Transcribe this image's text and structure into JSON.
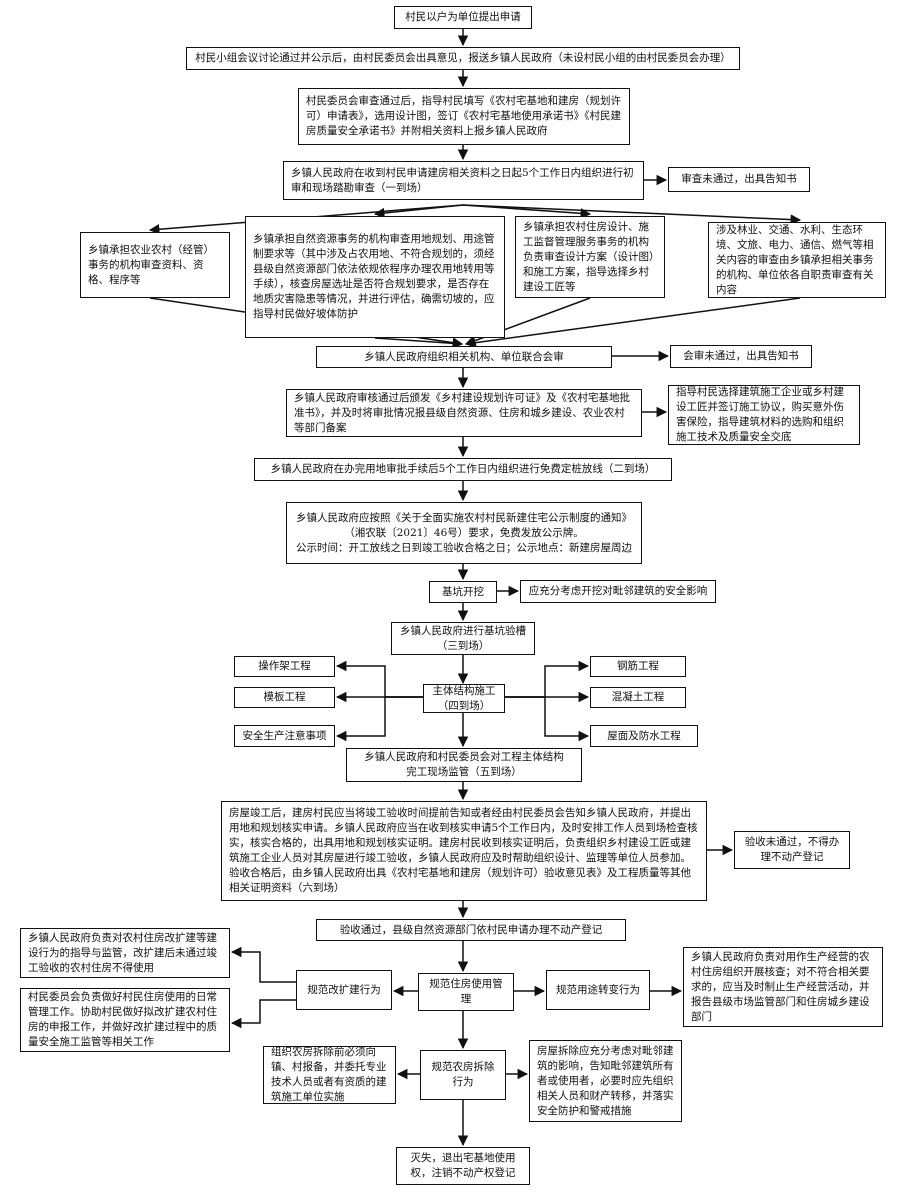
{
  "nodes": {
    "n1": "村民以户为单位提出申请",
    "n2": "村民小组会议讨论通过并公示后，由村民委员会出具意见，报送乡镇人民政府（未设村民小组的由村民委员会办理）",
    "n3": "村民委员会审查通过后，指导村民填写《农村宅基地和建房（规划许可）申请表》，选用设计图，签订《农村宅基地使用承诺书》《村民建房质量安全承诺书》并附相关资料上报乡镇人民政府",
    "n4": "乡镇人民政府在收到村民申请建房相关资料之日起5个工作日内组织进行初审和现场踏勘审查（一到场）",
    "n4r": "审查未通过，出具告知书",
    "p1": "乡镇承担农业农村（经管）事务的机构审查资料、资格、程序等",
    "p2": "乡镇承担自然资源事务的机构审查用地规划、用途管制要求等（其中涉及占农用地、不符合规划的，须经县级自然资源部门依法依规依程序办理农用地转用等手续），核查房屋选址是否符合规划要求，是否存在地质灾害隐患等情况，并进行评估，确需切坡的，应指导村民做好坡体防护",
    "p3": "乡镇承担农村住房设计、施工监督管理服务事务的机构负责审查设计方案（设计图）和施工方案，指导选择乡村建设工匠等",
    "p4": "涉及林业、交通、水利、生态环境、文旅、电力、通信、燃气等相关内容的审查由乡镇承担相关事务的机构、单位依各自职责审查有关内容",
    "n5": "乡镇人民政府组织相关机构、单位联合会审",
    "n5r": "会审未通过，出具告知书",
    "n6": "乡镇人民政府审核通过后颁发《乡村建设规划许可证》及《农村宅基地批准书》，并及时将审批情况报县级自然资源、住房和城乡建设、农业农村等部门备案",
    "n6r": "指导村民选择建筑施工企业或乡村建设工匠并签订施工协议，购买意外伤害保险，指导建筑材料的选购和组织施工技术及质量安全交底",
    "n7": "乡镇人民政府在办完用地审批手续后5个工作日内组织进行免费定桩放线（二到场）",
    "n8a": "乡镇人民政府应按照《关于全面实施农村村民新建住宅公示制度的通知》",
    "n8b": "（湘农联〔2021〕46号）要求，免费发放公示牌。",
    "n8c": "公示时间：开工放线之日到竣工验收合格之日；公示地点：新建房屋周边",
    "n9": "基坑开挖",
    "n9r": "应充分考虑开挖对毗邻建筑的安全影响",
    "n10a": "乡镇人民政府进行基坑验槽",
    "n10b": "（三到场）",
    "l1": "操作架工程",
    "l2": "模板工程",
    "l3": "安全生产注意事项",
    "n11a": "主体结构施工",
    "n11b": "（四到场）",
    "r1": "钢筋工程",
    "r2": "混凝土工程",
    "r3": "屋面及防水工程",
    "n12a": "乡镇人民政府和村民委员会对工程主体结构",
    "n12b": "完工现场监管（五到场）",
    "n13": "房屋竣工后，建房村民应当将竣工验收时间提前告知或者经由村民委员会告知乡镇人民政府，并提出用地和规划核实申请。乡镇人民政府应当在收到核实申请5个工作日内，及时安排工作人员到场检查核实，核实合格的，出具用地和规划核实证明。建房村民收到核实证明后，负责组织乡村建设工匠或建筑施工企业人员对其房屋进行竣工验收，乡镇人民政府应及时帮助组织设计、监理等单位人员参加。验收合格后，由乡镇人民政府出具《农村宅基地和建房（规划许可）验收意见表》及工程质量等其他相关证明资料（六到场）",
    "n13r": "验收未通过，不得办理不动产登记",
    "n14": "验收通过，县级自然资源部门依村民申请办理不动产登记",
    "m1": "规范改扩建行为",
    "m1a": "乡镇人民政府负责对农村住房改扩建等建设行为的指导与监管，改扩建后未通过竣工验收的农村住房不得使用",
    "m1b": "村民委员会负责做好村民住房使用的日常管理工作。协助村民做好拟改扩建农村住房的申报工作，并做好改扩建过程中的质量安全施工监管等相关工作",
    "m2": "规范住房使用管理",
    "m3": "规范用途转变行为",
    "m3r": "乡镇人民政府负责对用作生产经营的农村住房组织开展核查；对不符合相关要求的，应当及时制止生产经营活动，并报告县级市场监管部门和住房城乡建设部门",
    "m4": "规范农房拆除行为",
    "m4l": "组织农房拆除前必须向镇、村报备，并委托专业技术人员或者有资质的建筑施工单位实施",
    "m4r": "房屋拆除应充分考虑对毗邻建筑的影响，告知毗邻建筑所有者或使用者，必要时应先组织相关人员和财产转移，并落实安全防护和警戒措施",
    "n15": "灭失，退出宅基地使用权，注销不动产权登记"
  }
}
